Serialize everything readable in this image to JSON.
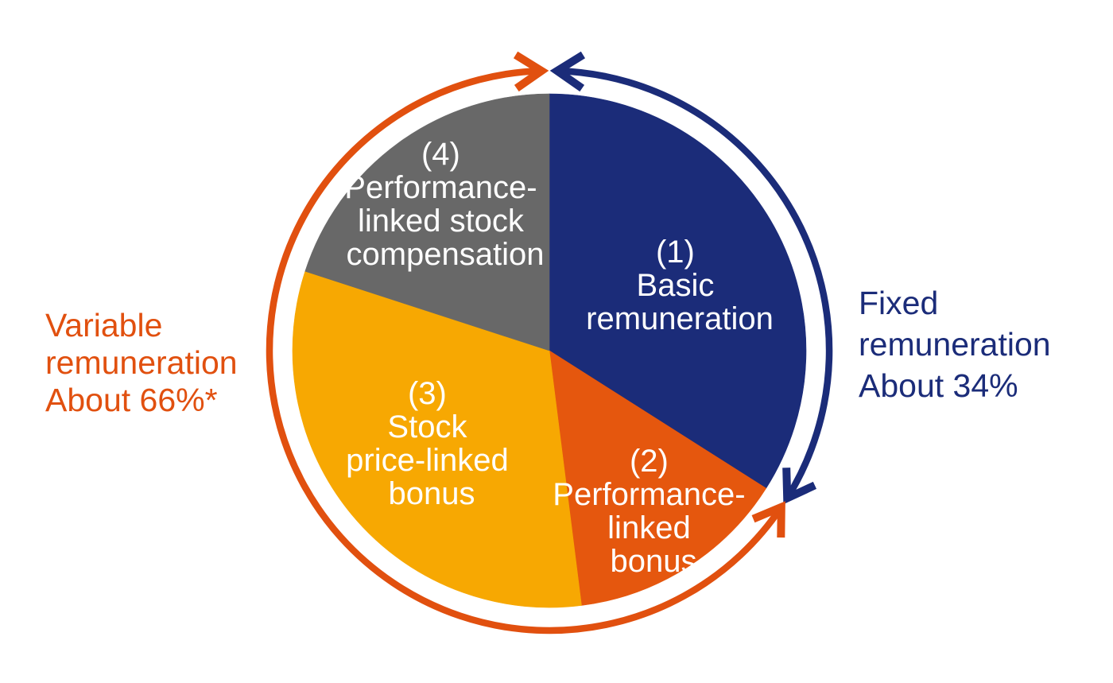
{
  "chart_data": {
    "type": "pie",
    "title": "",
    "description": "Remuneration composition pie chart with fixed vs variable remuneration arc arrows",
    "legend": "none",
    "grid": false,
    "start_angle_deg": 0,
    "clockwise": true,
    "slices": [
      {
        "name": "Basic remuneration",
        "label_lines": [
          "(1)",
          "Basic",
          "remuneration"
        ],
        "value_pct": 34,
        "color": "#1B2C79",
        "text_color": "#FFFFFF"
      },
      {
        "name": "Performance-linked bonus",
        "label_lines": [
          "(2)",
          "Performance-",
          "linked",
          "bonus"
        ],
        "value_pct": 14,
        "color": "#E5570E",
        "text_color": "#FFFFFF"
      },
      {
        "name": "Stock price-linked bonus",
        "label_lines": [
          "(3)",
          "Stock",
          "price-linked",
          "bonus"
        ],
        "value_pct": 32,
        "color": "#F7A802",
        "text_color": "#FFFFFF"
      },
      {
        "name": "Performance-linked stock compensation",
        "label_lines": [
          "(4)",
          "Performance-",
          "linked stock",
          "compensation"
        ],
        "value_pct": 20,
        "color": "#686868",
        "text_color": "#FFFFFF"
      }
    ],
    "groups": [
      {
        "name": "Fixed remuneration",
        "label_lines": [
          "Fixed",
          "remuneration",
          "About 34%"
        ],
        "about_pct": 34,
        "color": "#1B2C79",
        "covers_slices": [
          "(1)"
        ]
      },
      {
        "name": "Variable remuneration",
        "label_lines": [
          "Variable",
          "remuneration",
          "About 66%*"
        ],
        "about_pct": 66,
        "color": "#E1500F",
        "covers_slices": [
          "(2)",
          "(3)",
          "(4)"
        ]
      }
    ]
  }
}
